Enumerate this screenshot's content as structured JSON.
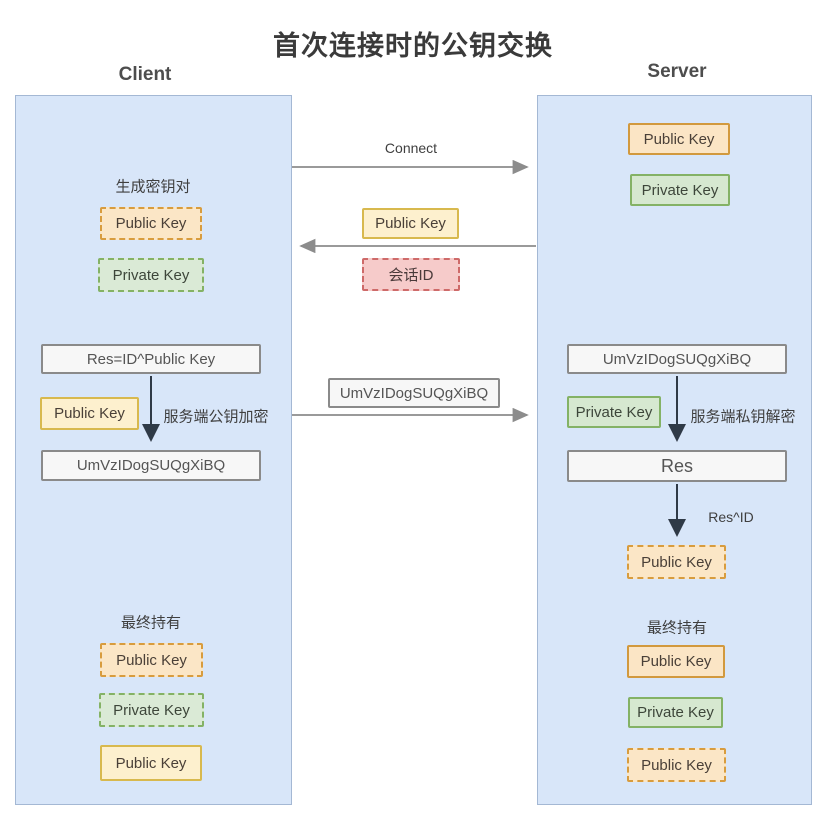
{
  "title": "首次连接时的公钥交换",
  "client": {
    "label": "Client",
    "keygen_label": "生成密钥对",
    "public_key": "Public Key",
    "private_key": "Private Key",
    "res_formula": "Res=ID^Public Key",
    "server_public_key": "Public Key",
    "encrypt_label": "服务端公钥加密",
    "cipher_text": "UmVzIDogSUQgXiBQ",
    "final_label": "最终持有",
    "final_public_key": "Public Key",
    "final_private_key": "Private Key",
    "final_server_public_key": "Public Key"
  },
  "messages": {
    "connect": "Connect",
    "public_key": "Public Key",
    "session_id": "会话ID",
    "cipher_text": "UmVzIDogSUQgXiBQ"
  },
  "server": {
    "label": "Server",
    "public_key": "Public Key",
    "private_key": "Private Key",
    "cipher_text": "UmVzIDogSUQgXiBQ",
    "decrypt_private_key": "Private Key",
    "decrypt_label": "服务端私钥解密",
    "res_box": "Res",
    "res_id_label": "Res^ID",
    "client_public_key": "Public Key",
    "final_label": "最终持有",
    "final_public_key": "Public Key",
    "final_private_key": "Private Key",
    "final_client_public_key": "Public Key"
  },
  "colors": {
    "panel_fill": "#d8e6f9",
    "panel_border": "#a4b8d4",
    "orange_fill": "#fbe5c5",
    "orange_border": "#d2993e",
    "gold_fill": "#fdf0ce",
    "gold_border": "#d8b94e",
    "green_fill": "#d6e8d0",
    "green_border": "#84b266",
    "pink_fill": "#f6cbca",
    "pink_border": "#ce6a69",
    "white_box_fill": "#f7f7f7",
    "white_box_border": "#8a8a8a",
    "arrow_gray": "#8c8c8c",
    "arrow_dark": "#3a4452"
  }
}
